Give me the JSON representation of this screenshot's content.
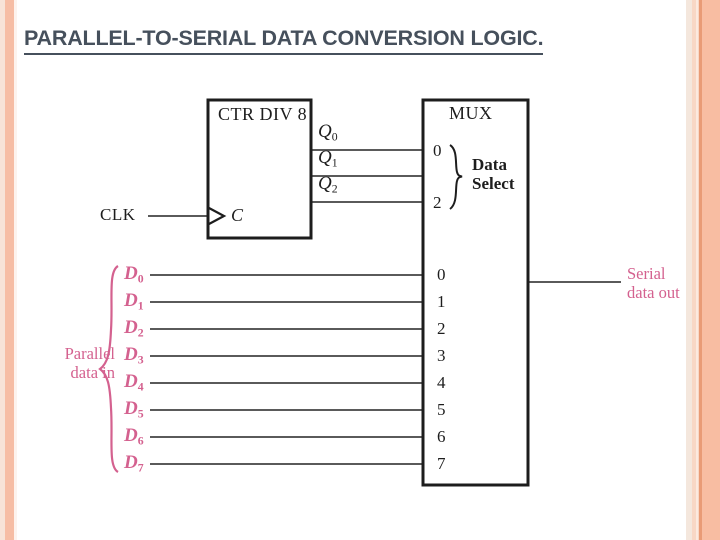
{
  "slide": {
    "title": "PARALLEL-TO-SERIAL DATA CONVERSION LOGIC.",
    "title_color": "#46505c",
    "accent_color": "#f6bda5",
    "pink_color": "#d4618f"
  },
  "diagram": {
    "counter": {
      "title": "CTR DIV 8",
      "clock_label": "CLK",
      "clock_pin_label": "C",
      "outputs": [
        {
          "base": "Q",
          "sub": "0"
        },
        {
          "base": "Q",
          "sub": "1"
        },
        {
          "base": "Q",
          "sub": "2"
        }
      ]
    },
    "mux": {
      "title": "MUX",
      "select_top_label": "0",
      "select_bottom_label": "2",
      "select_caption_line1": "Data",
      "select_caption_line2": "Select",
      "data_inputs": [
        "0",
        "1",
        "2",
        "3",
        "4",
        "5",
        "6",
        "7"
      ]
    },
    "parallel_in": {
      "caption_line1": "Parallel",
      "caption_line2": "data in",
      "lines": [
        {
          "base": "D",
          "sub": "0"
        },
        {
          "base": "D",
          "sub": "1"
        },
        {
          "base": "D",
          "sub": "2"
        },
        {
          "base": "D",
          "sub": "3"
        },
        {
          "base": "D",
          "sub": "4"
        },
        {
          "base": "D",
          "sub": "5"
        },
        {
          "base": "D",
          "sub": "6"
        },
        {
          "base": "D",
          "sub": "7"
        }
      ]
    },
    "serial_out": {
      "caption_line1": "Serial",
      "caption_line2": "data out"
    }
  }
}
